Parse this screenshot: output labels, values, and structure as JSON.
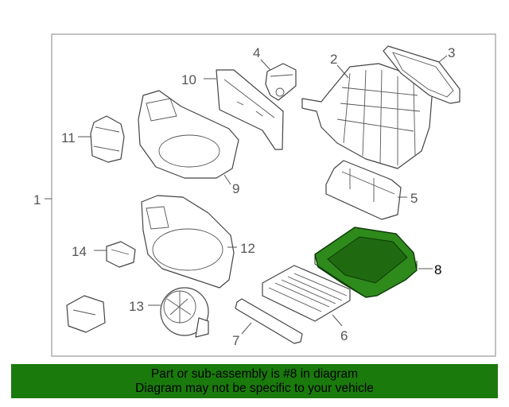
{
  "colors": {
    "banner_bg": "#1a7a0c",
    "highlight_fill": "#2f8a1c",
    "highlight_stroke": "#0d3a08",
    "frame": "#999999",
    "line": "#444444"
  },
  "callouts": {
    "c1": "1",
    "c2": "2",
    "c3": "3",
    "c4": "4",
    "c5": "5",
    "c6": "6",
    "c7": "7",
    "c8": "8",
    "c9": "9",
    "c10": "10",
    "c11": "11",
    "c12": "12",
    "c13": "13",
    "c14": "14"
  },
  "highlighted_part": "8",
  "banner": {
    "line1": "Part or sub-assembly is #8 in diagram",
    "line2": "Diagram may not be specific to your vehicle"
  }
}
